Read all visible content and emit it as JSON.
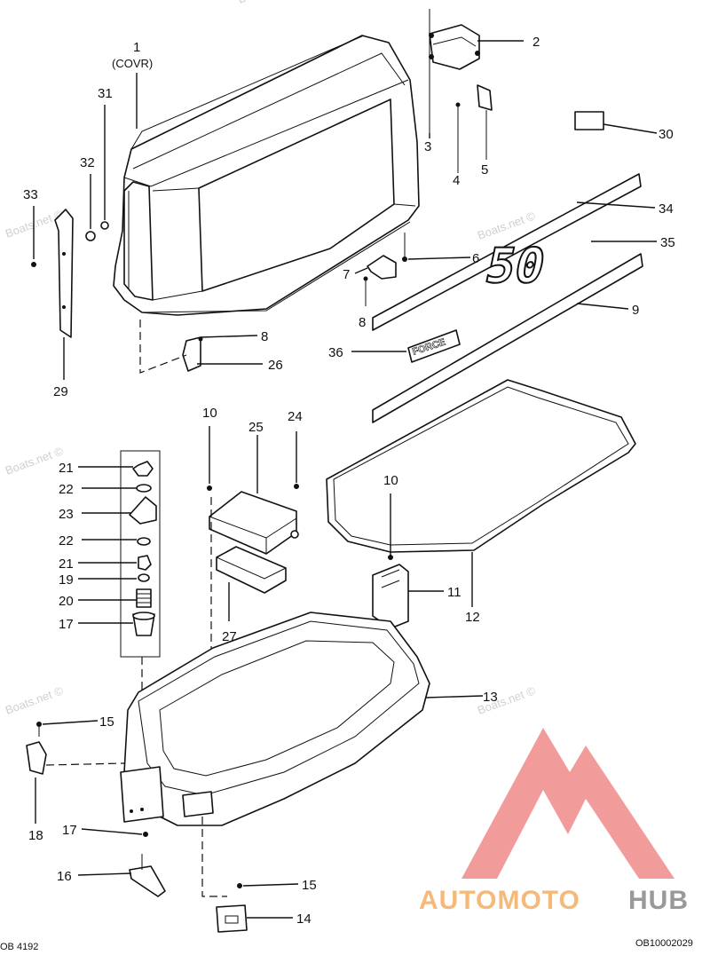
{
  "cover_label": "(COVR)",
  "callouts": {
    "p1": "1",
    "p2": "2",
    "p3": "3",
    "p4": "4",
    "p5": "5",
    "p6": "6",
    "p7": "7",
    "p8a": "8",
    "p8b": "8",
    "p9": "9",
    "p10a": "10",
    "p10b": "10",
    "p11": "11",
    "p12": "12",
    "p13": "13",
    "p14": "14",
    "p15a": "15",
    "p15b": "15",
    "p16": "16",
    "p17a": "17",
    "p17b": "17",
    "p18": "18",
    "p19": "19",
    "p20": "20",
    "p21a": "21",
    "p21b": "21",
    "p22a": "22",
    "p22b": "22",
    "p23": "23",
    "p24": "24",
    "p25": "25",
    "p26": "26",
    "p27": "27",
    "p29": "29",
    "p30": "30",
    "p31": "31",
    "p32": "32",
    "p33": "33",
    "p34": "34",
    "p35": "35",
    "p36": "36"
  },
  "decal_50": "50",
  "decal_force": "FORCE",
  "watermark": "Boats.net ©",
  "footer_left": "OB 4192",
  "footer_right": "OB10002029",
  "logo": {
    "part1": "AUTOMOTO",
    "part2": "HUB",
    "color1": "#f5b97a",
    "color2": "#999999",
    "mark_color": "#f08a8a"
  }
}
